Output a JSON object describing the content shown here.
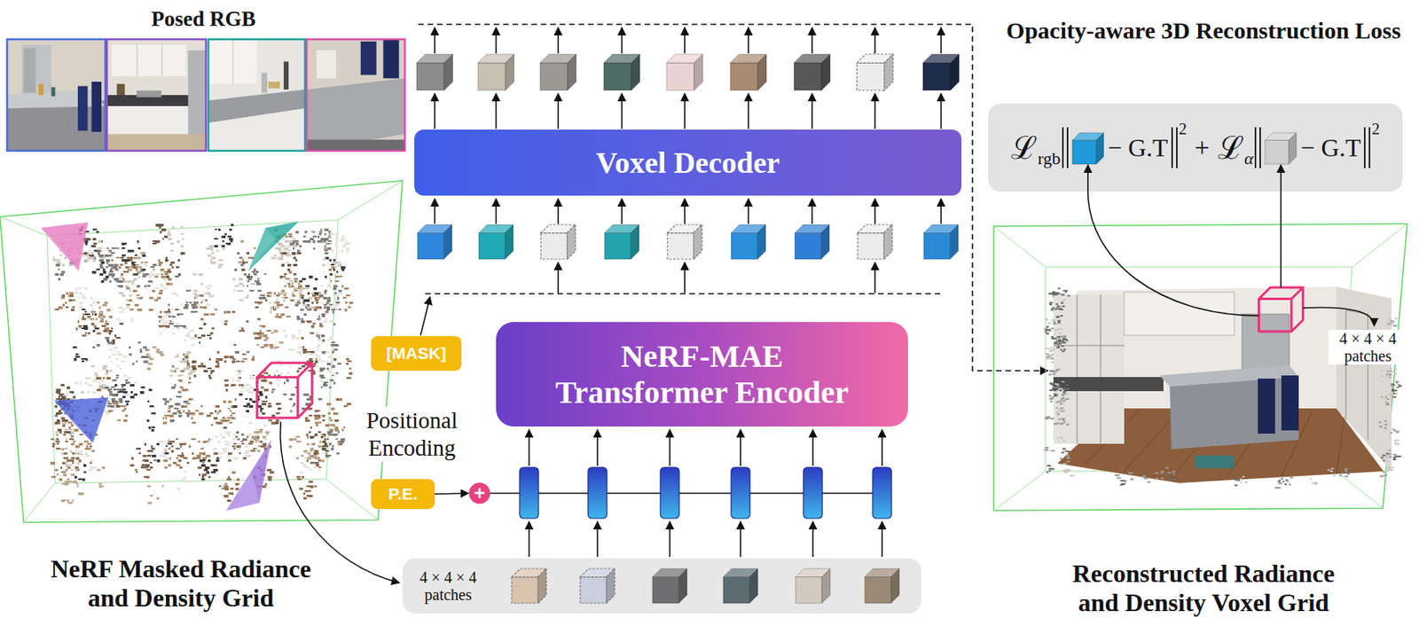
{
  "diagram": {
    "nodes": [
      {
        "text": [
          "Voxel Decoder"
        ]
      },
      {
        "text": [
          "NeRF-MAE Transformer Encoder"
        ]
      },
      {
        "text": [
          "[MASK]"
        ]
      },
      {
        "text": [
          "P.E."
        ]
      },
      {
        "text": [
          "+"
        ]
      },
      {
        "text": [
          "4 × 4 × 4 patches"
        ]
      },
      {
        "text": [
          "ℒ",
          "rgb",
          "− G.T",
          "2",
          "+",
          "ℒ",
          "α",
          "− G.T",
          "2"
        ]
      }
    ],
    "edges": [
      {
        "from": 3,
        "to": 4,
        "arrow": "to"
      }
    ],
    "labels": [
      "Posed RGB",
      "NeRF Masked Radiance and Density Grid",
      "Positional Encoding",
      "Opacity-aware 3D Reconstruction Loss",
      "4 × 4 × 4 patches",
      "Reconstructed Radiance and Density Voxel Grid"
    ]
  }
}
